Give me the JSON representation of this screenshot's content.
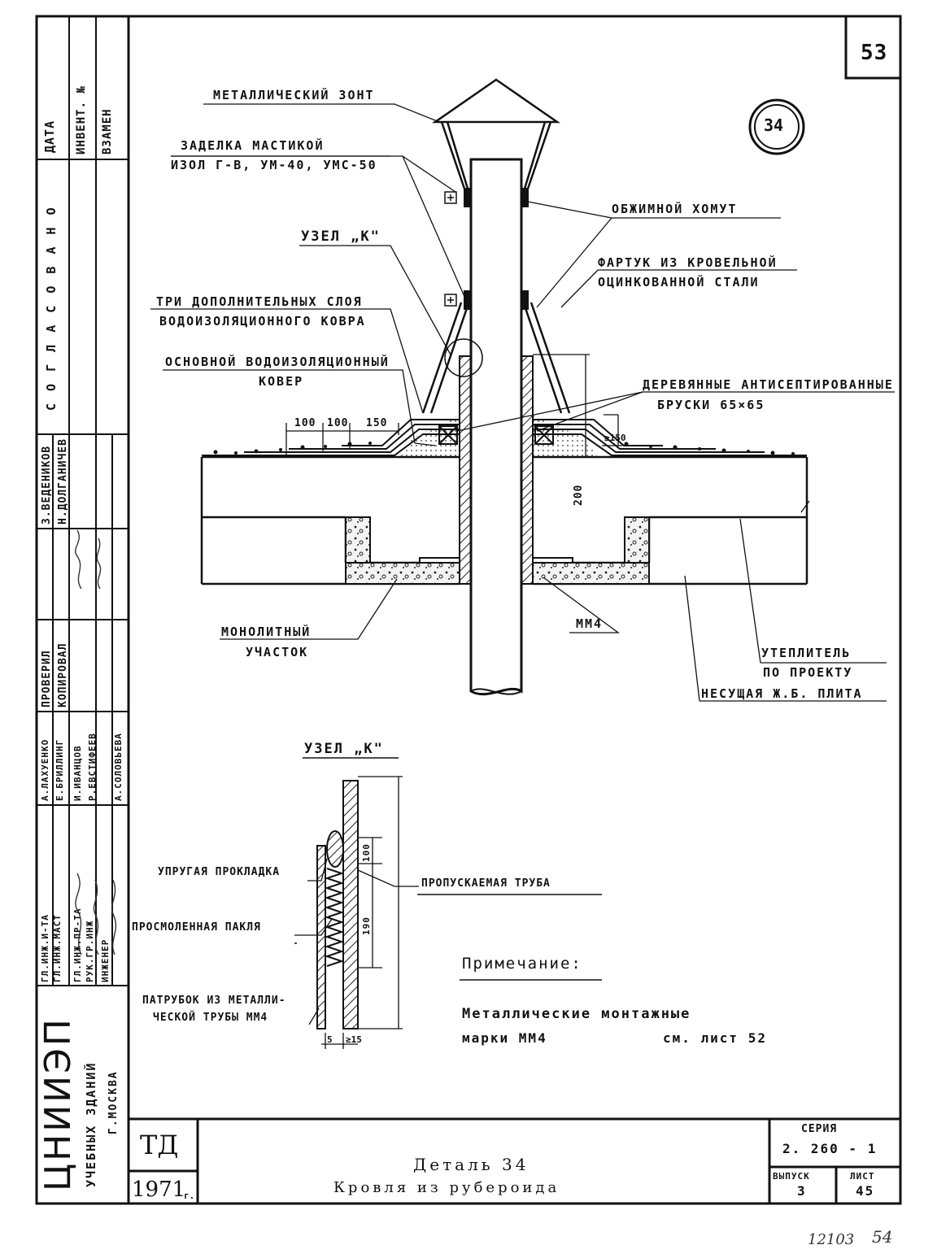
{
  "sheet_number": "53",
  "detail_circle": "34",
  "callouts": {
    "metal_umbrella": "МЕТАЛЛИЧЕСКИЙ ЗОНТ",
    "mastic_line1": "ЗАДЕЛКА МАСТИКОЙ",
    "mastic_line2": "ИЗОЛ Г-В, УМ-40, УМС-50",
    "clamp": "ОБЖИМНОЙ ХОМУТ",
    "node_k": "УЗЕЛ „К\"",
    "apron_line1": "ФАРТУК ИЗ КРОВЕЛЬНОЙ",
    "apron_line2": "ОЦИНКОВАННОЙ СТАЛИ",
    "three_layers_line1": "ТРИ ДОПОЛНИТЕЛЬНЫХ СЛОЯ",
    "three_layers_line2": "ВОДОИЗОЛЯЦИОННОГО КОВРА",
    "main_carpet_line1": "ОСНОВНОЙ ВОДОИЗОЛЯЦИОННЫЙ",
    "main_carpet_line2": "КОВЕР",
    "wood_bars_line1": "ДЕРЕВЯННЫЕ АНТИСЕПТИРОВАННЫЕ",
    "wood_bars_line2": "БРУСКИ 65×65",
    "monolith_line1": "МОНОЛИТНЫЙ",
    "monolith_line2": "УЧАСТОК",
    "mm4": "ММ4",
    "insulation_line1": "УТЕПЛИТЕЛЬ",
    "insulation_line2": "ПО ПРОЕКТУ",
    "slab": "НЕСУЩАЯ Ж.Б. ПЛИТА"
  },
  "dimensions": {
    "d1": "100",
    "d2": "100",
    "d3": "150",
    "height_200": "200",
    "min_150": "≥150",
    "k_100": "100",
    "k_190": "190",
    "k_5": "5",
    "k_15": "≥15"
  },
  "node_k": {
    "title": "УЗЕЛ „К\"",
    "gasket": "УПРУГАЯ ПРОКЛАДКА",
    "tow": "ПРОСМОЛЕННАЯ ПАКЛЯ",
    "pipe": "ПРОПУСКАЕМАЯ ТРУБА",
    "sleeve_line1": "ПАТРУБОК ИЗ МЕТАЛЛИ-",
    "sleeve_line2": "ЧЕСКОЙ ТРУБЫ ММ4"
  },
  "note": {
    "title": "Примечание:",
    "line1": "Металлические монтажные",
    "line2a": "марки ММ4",
    "line2b": "см. лист 52"
  },
  "title_block": {
    "org": "ТД",
    "year": "1971",
    "year_suffix": "г.",
    "title_line1": "Деталь 34",
    "title_line2": "Кровля из рубероида",
    "series_label": "СЕРИЯ",
    "series_value": "2. 260 - 1",
    "issue_label": "ВЫПУСК",
    "issue_value": "3",
    "sheet_label": "ЛИСТ",
    "sheet_value": "45"
  },
  "side_stamp": {
    "date": "ДАТА",
    "invent": "ИНВЕНТ. №",
    "vzamen": "ВЗАМЕН",
    "soglas": "С О Г Л А С О В А Н О",
    "vedenikov": "З.ВЕДЕНИКОВ",
    "dolganichev": "Н.ДОЛГАНИЧЕВ",
    "proveril": "ПРОВЕРИЛ",
    "kopiroval": "КОПИРОВАЛ",
    "role1": "ГЛ.ИНЖ.И-ТА",
    "role2": "ГЛ.ИНЖ.МАСТ",
    "role3": "ГЛ.ИНЖ.ПР-ТА",
    "role4": "РУК.ГР.ИНЖ",
    "role5": "ИНЖЕНЕР",
    "name1": "А.ЛАХУЕНКО",
    "name2": "Е.БРИЛЛИНГ",
    "name3": "И.ИВАНЦОВ",
    "name4": "Р.ЕВСТИФЕЕВ",
    "name5": "А.СОЛОВЬЕВА",
    "inst1": "ЦНИИЭП",
    "inst2": "УЧЕБНЫХ ЗДАНИЙ",
    "inst3": "Г.МОСКВА"
  },
  "bottom_numbers": {
    "left": "12103",
    "right": "54"
  }
}
